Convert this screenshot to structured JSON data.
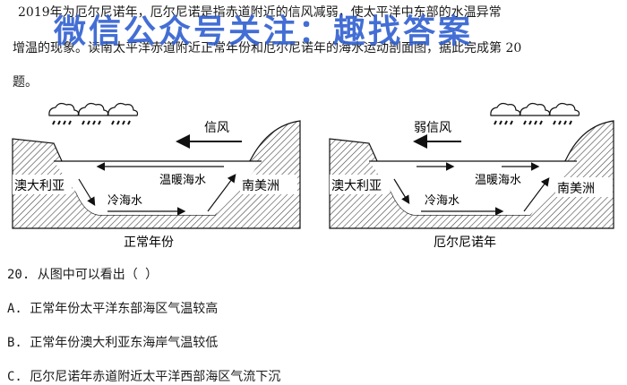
{
  "passage": {
    "line1": "2019年为厄尔尼诺年，厄尔尼诺是指赤道附近的信风减弱，使太平洋中东部的水温异常",
    "line2": "增温的现象。读南太平洋赤道附近正常年份和厄尔尼诺年的海水运动剖面图，据此完成第 20",
    "line3": "题。"
  },
  "watermark": "微信公众号关注：趣找答案",
  "figure_left": {
    "wind_label": "信风",
    "land_left": "澳大利亚",
    "land_right": "南美洲",
    "warm_label": "温暖海水",
    "cold_label": "冷海水",
    "caption": "正常年份"
  },
  "figure_right": {
    "wind_label": "弱信风",
    "land_left": "澳大利亚",
    "land_right": "南美洲",
    "warm_label": "温暖海水",
    "cold_label": "冷海水",
    "caption": "厄尔尼诺年"
  },
  "question": {
    "stem": "20. 从图中可以看出（        ）",
    "option_a": "A. 正常年份太平洋东部海区气温较高",
    "option_b": "B. 正常年份澳大利亚东海岸气温较低",
    "option_c": "C. 厄尔尼诺年赤道附近太平洋西部海区气流下沉"
  }
}
